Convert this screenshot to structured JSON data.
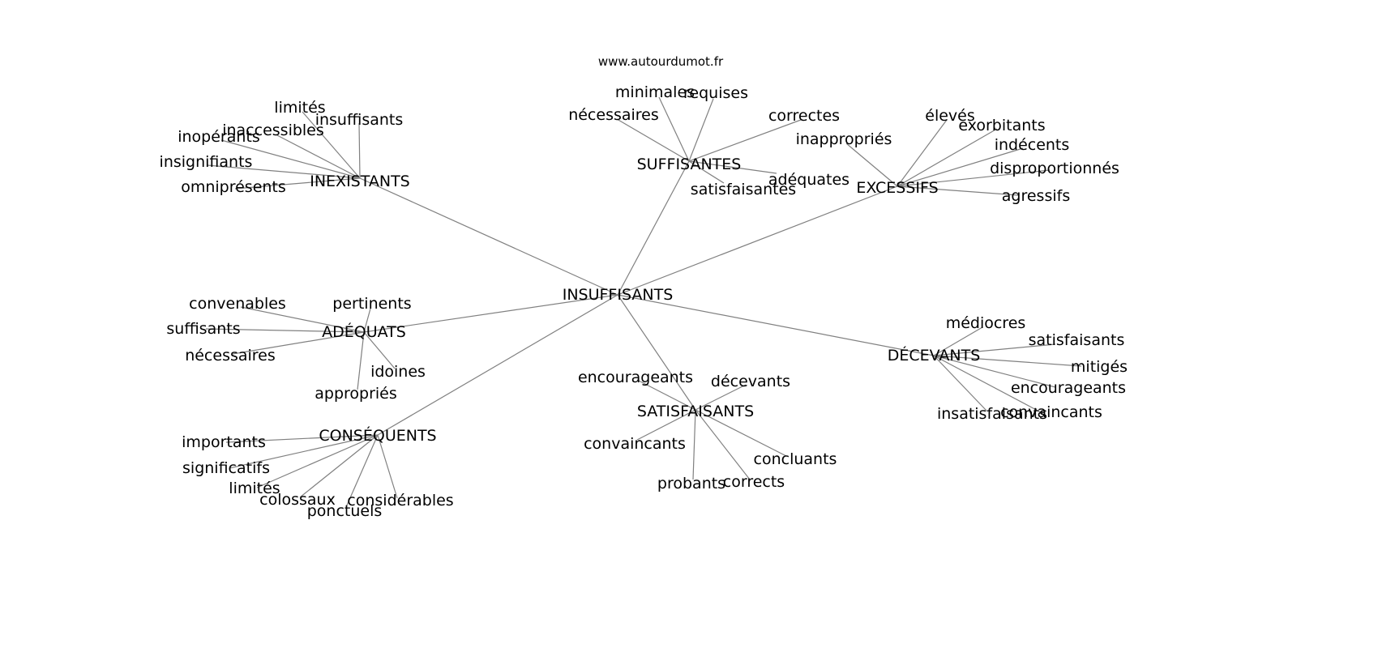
{
  "watermark": "www.autourdumot.fr",
  "center": "INSUFFISANTS",
  "clusters": [
    {
      "hub": "INEXISTANTS",
      "leaves": [
        "limités",
        "insuffisants",
        "inaccessibles",
        "inopérants",
        "insignifiants",
        "omniprésents"
      ]
    },
    {
      "hub": "SUFFISANTES",
      "leaves": [
        "minimales",
        "requises",
        "nécessaires",
        "correctes",
        "adéquates",
        "satisfaisantes"
      ]
    },
    {
      "hub": "EXCESSIFS",
      "leaves": [
        "inappropriés",
        "élevés",
        "exorbitants",
        "indécents",
        "disproportionnés",
        "agressifs"
      ]
    },
    {
      "hub": "ADÉQUATS",
      "leaves": [
        "convenables",
        "pertinents",
        "suffisants",
        "nécessaires",
        "idoines",
        "appropriés"
      ]
    },
    {
      "hub": "DÉCEVANTS",
      "leaves": [
        "médiocres",
        "satisfaisants",
        "mitigés",
        "encourageants",
        "convaincants",
        "insatisfaisants"
      ]
    },
    {
      "hub": "SATISFAISANTS",
      "leaves": [
        "encourageants",
        "décevants",
        "convaincants",
        "concluants",
        "corrects",
        "probants"
      ]
    },
    {
      "hub": "CONSÉQUENTS",
      "leaves": [
        "importants",
        "significatifs",
        "limités",
        "colossaux",
        "considérables",
        "ponctuels"
      ]
    }
  ]
}
